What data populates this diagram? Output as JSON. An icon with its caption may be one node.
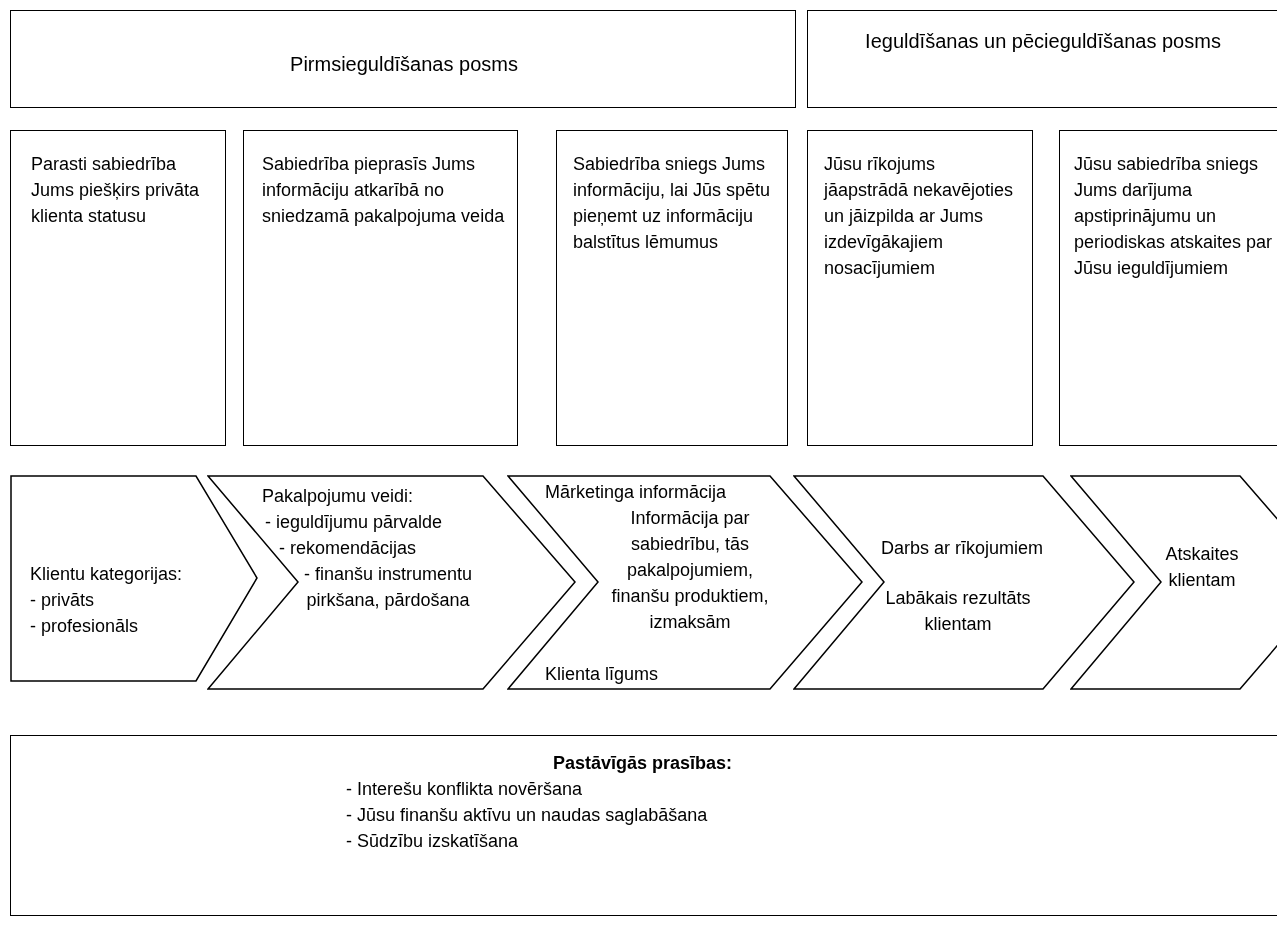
{
  "diagram": {
    "nodes": [
      {
        "text": [
          "Pirmsieguldīšanas posms"
        ]
      },
      {
        "text": [
          "Ieguldīšanas un pēcieguldīšanas posms"
        ]
      },
      {
        "text": [
          "Parasti sabiedrība Jums piešķirs privāta klienta statusu"
        ]
      },
      {
        "text": [
          "Sabiedrība pieprasīs Jums informāciju atkarībā no sniedzamā pakalpojuma veida"
        ]
      },
      {
        "text": [
          "Sabiedrība sniegs Jums informāciju, lai Jūs spētu pieņemt uz informāciju balstītus lēmumus"
        ]
      },
      {
        "text": [
          "Jūsu rīkojums jāapstrādā nekavējoties un jāizpilda ar Jums izdevīgākajiem nosacījumiem"
        ]
      },
      {
        "text": [
          "Jūsu sabiedrība sniegs Jums darījuma apstiprinājumu un periodiskas atskaites par Jūsu ieguldījumiem"
        ]
      },
      {
        "text": [
          "Klientu kategorijas:",
          "- privāts",
          "- profesionāls"
        ]
      },
      {
        "text": [
          "Pakalpojumu veidi:",
          "- ieguldījumu pārvalde",
          "- rekomendācijas",
          "- finanšu instrumentu pirkšana, pārdošana"
        ]
      },
      {
        "text": [
          "Mārketinga informācija",
          "Informācija par sabiedrību, tās pakalpojumiem, finanšu produktiem, izmaksām",
          "Klienta līgums"
        ]
      },
      {
        "text": [
          "Darbs ar rīkojumiem",
          "Labākais rezultāts klientam"
        ]
      },
      {
        "text": [
          "Atskaites klientam"
        ]
      },
      {
        "text": [
          "Pastāvīgās prasības:",
          "- Interešu konflikta novēršana",
          "- Jūsu finanšu aktīvu un naudas saglabāšana",
          "- Sūdzību izskatīšana"
        ]
      }
    ]
  }
}
